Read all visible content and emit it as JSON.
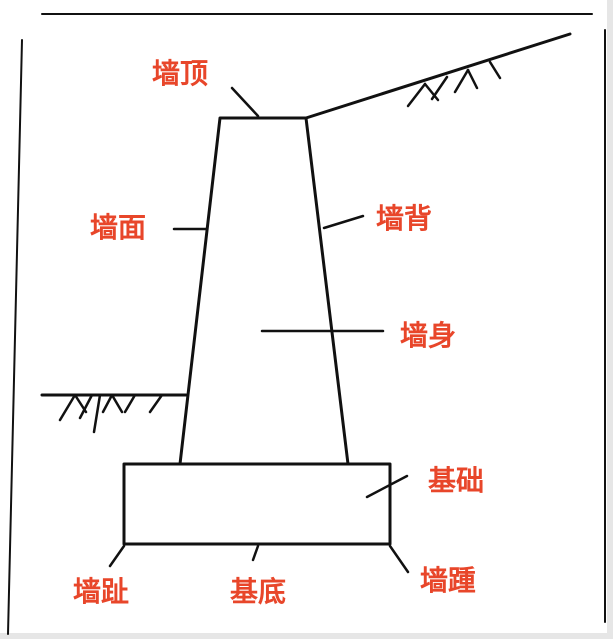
{
  "colors": {
    "label": "#e8462a",
    "line": "#111111",
    "background": "#ffffff"
  },
  "labels": {
    "wall_top": "墙顶",
    "wall_face": "墙面",
    "wall_back": "墙背",
    "wall_body": "墙身",
    "foundation": "基础",
    "wall_toe": "墙趾",
    "base_bottom": "基底",
    "wall_heel": "墙踵"
  }
}
